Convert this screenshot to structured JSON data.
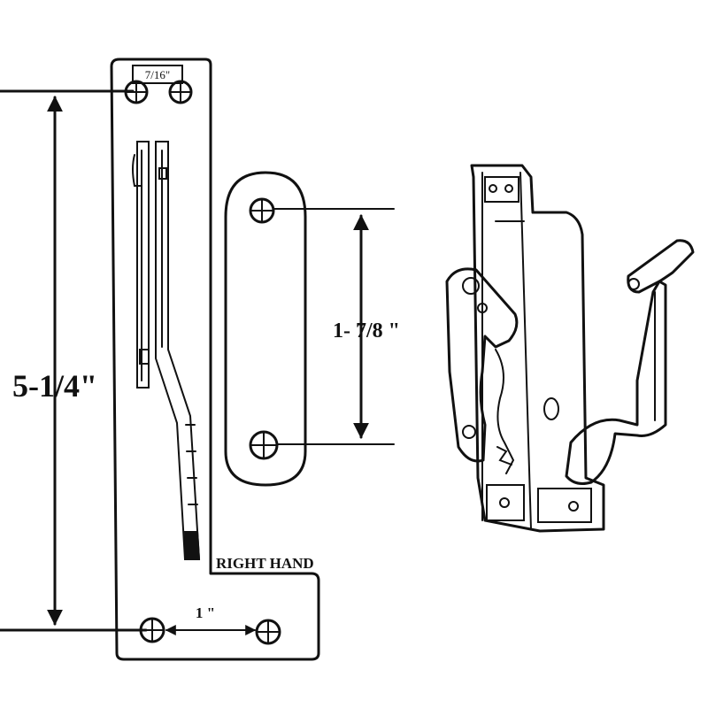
{
  "labels": {
    "top_spacing": "7/16\"",
    "height": "5-1/4\"",
    "bottom_spacing": "1 \"",
    "plate_spacing": "1- 7/8 \"",
    "hand": "RIGHT HAND"
  },
  "colors": {
    "ink": "#111111",
    "paper": "#ffffff"
  }
}
